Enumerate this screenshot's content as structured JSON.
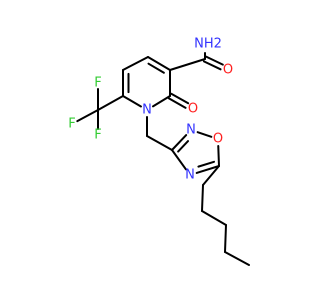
{
  "atoms": [
    {
      "id": "NH2",
      "text": "NH2",
      "element": "N",
      "color": "#3333ff"
    },
    {
      "id": "O_amide",
      "text": "O",
      "element": "O",
      "color": "#ff2020"
    },
    {
      "id": "O_ring",
      "text": "O",
      "element": "O",
      "color": "#ff2020"
    },
    {
      "id": "N_pyr",
      "text": "N",
      "element": "N",
      "color": "#3333ff"
    },
    {
      "id": "F_top",
      "text": "F",
      "element": "F",
      "color": "#33cc33"
    },
    {
      "id": "F_left",
      "text": "F",
      "element": "F",
      "color": "#33cc33"
    },
    {
      "id": "F_bottom",
      "text": "F",
      "element": "F",
      "color": "#33cc33"
    },
    {
      "id": "N_oxa_top",
      "text": "N",
      "element": "N",
      "color": "#3333ff"
    },
    {
      "id": "O_oxa",
      "text": "O",
      "element": "O",
      "color": "#ff2020"
    },
    {
      "id": "N_oxa_bottom",
      "text": "N",
      "element": "N",
      "color": "#3333ff"
    }
  ],
  "bond_color": "#000000"
}
